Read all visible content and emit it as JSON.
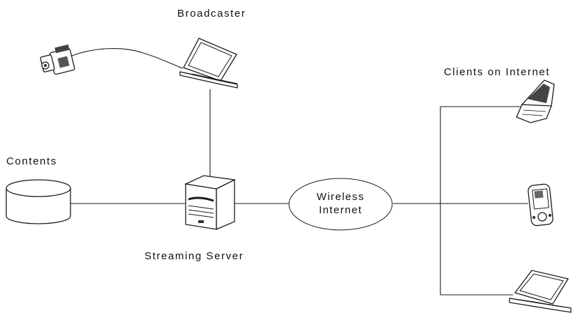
{
  "labels": {
    "broadcaster": "Broadcaster",
    "contents": "Contents",
    "streaming_server": "Streaming Server",
    "clients": "Clients on Internet",
    "wireless_line1": "Wireless",
    "wireless_line2": "Internet"
  },
  "icons": {
    "camera": "video-camera-icon",
    "broadcaster_laptop": "laptop-icon",
    "database": "database-cylinder-icon",
    "server": "server-tower-icon",
    "cloud": "wireless-internet-cloud",
    "phone": "flip-phone-icon",
    "pda": "pda-icon",
    "client_laptop": "laptop-icon"
  }
}
